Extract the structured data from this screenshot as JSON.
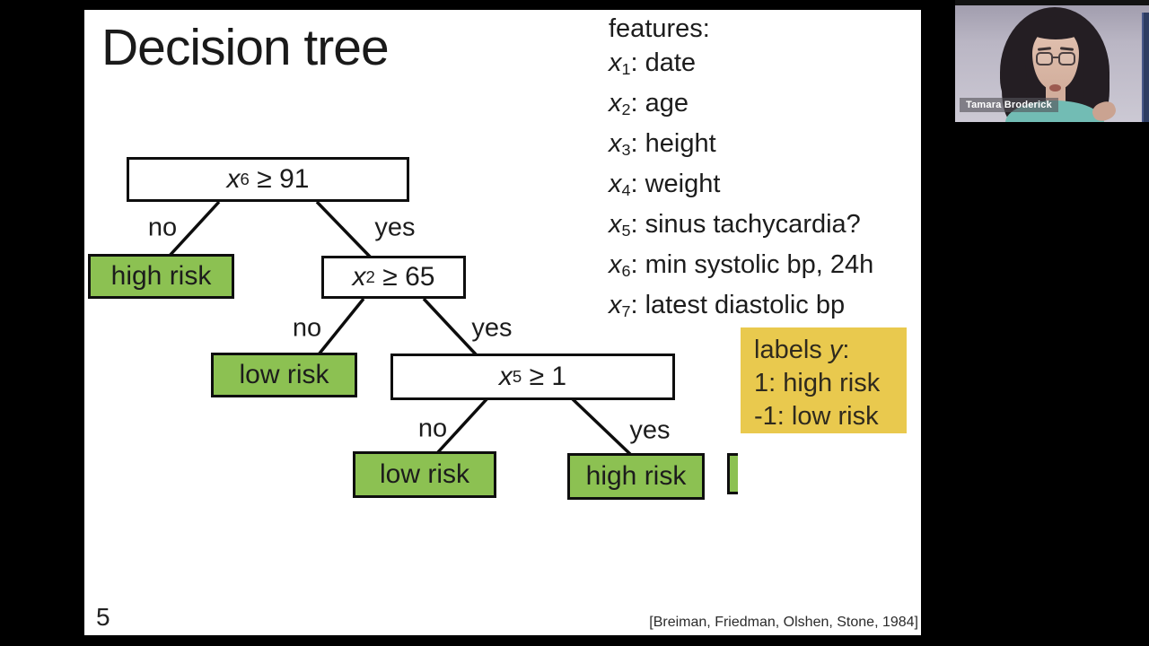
{
  "slide": {
    "title": "Decision tree",
    "page_number": "5",
    "citation": "[Breiman, Friedman, Olshen, Stone, 1984]",
    "features": {
      "heading": "features:",
      "items": [
        {
          "var": "x",
          "sub": "1",
          "desc": ": date"
        },
        {
          "var": "x",
          "sub": "2",
          "desc": ": age"
        },
        {
          "var": "x",
          "sub": "3",
          "desc": ": height"
        },
        {
          "var": "x",
          "sub": "4",
          "desc": ": weight"
        },
        {
          "var": "x",
          "sub": "5",
          "desc": ": sinus tachycardia?"
        },
        {
          "var": "x",
          "sub": "6",
          "desc": ": min systolic bp, 24h"
        },
        {
          "var": "x",
          "sub": "7",
          "desc": ": latest diastolic bp"
        }
      ]
    },
    "tree": {
      "root": {
        "var": "x",
        "sub": "6",
        "cond": "≥ 91"
      },
      "node_age": {
        "var": "x",
        "sub": "2",
        "cond": "≥ 65"
      },
      "node_sinus": {
        "var": "x",
        "sub": "5",
        "cond": "≥ 1"
      },
      "leaves": [
        "high risk",
        "low risk",
        "low risk",
        "high risk"
      ],
      "edge_no": "no",
      "edge_yes": "yes"
    },
    "labels_box": {
      "prefix": "labels ",
      "var": "y",
      "suffix": ":",
      "line1": "1: high risk",
      "line2": "-1: low risk"
    },
    "colors": {
      "leaf_green": "#8cc152",
      "labels_yellow": "#e9c94e",
      "slide_bg": "#ffffff",
      "frame_bg": "#000000"
    }
  },
  "webcam": {
    "name": "Tamara Broderick"
  }
}
